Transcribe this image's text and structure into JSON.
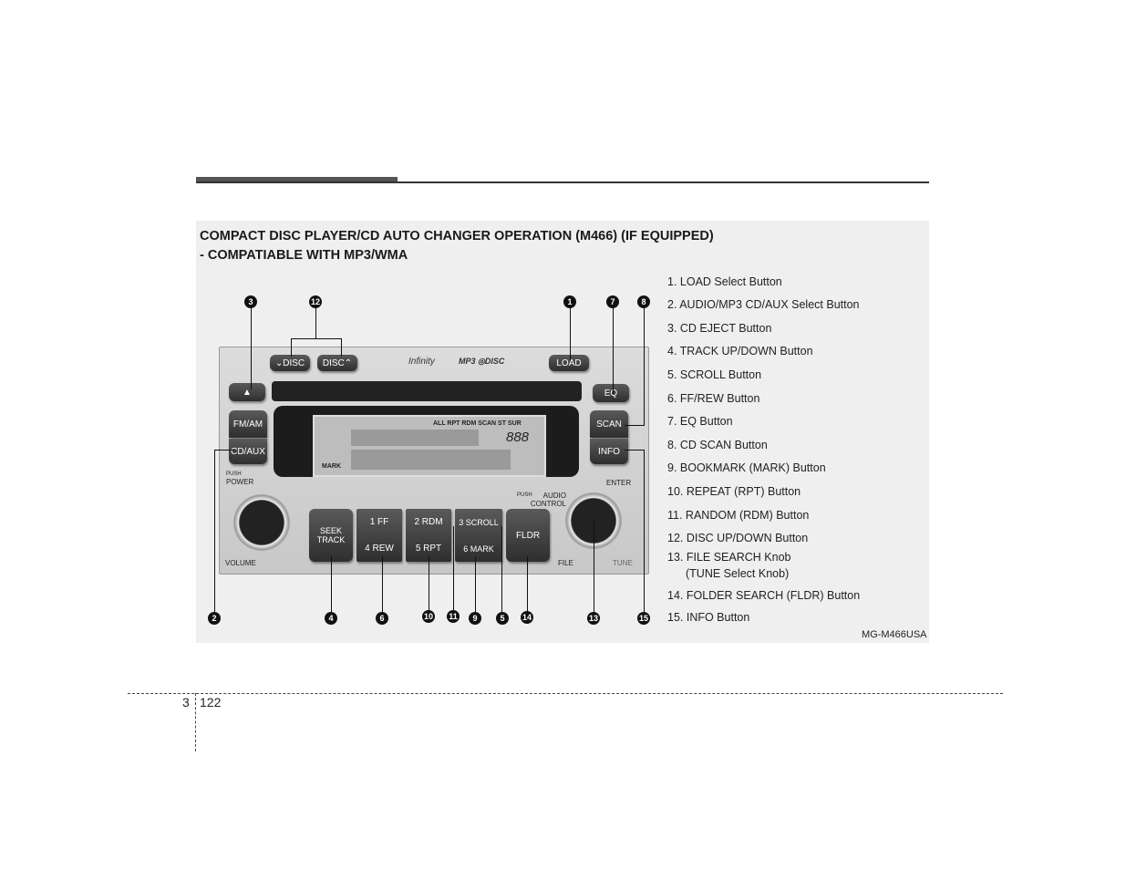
{
  "header": {
    "bar_color": "#555555"
  },
  "section": {
    "title_line1": "COMPACT DISC PLAYER/CD AUTO CHANGER OPERATION (M466) (IF EQUIPPED)",
    "title_line2": "- COMPATIABLE WITH MP3/WMA"
  },
  "legend": [
    "1. LOAD Select Button",
    "2. AUDIO/MP3 CD/AUX Select Button",
    "3. CD EJECT Button",
    "4. TRACK UP/DOWN Button",
    "5. SCROLL Button",
    "6. FF/REW Button",
    "7. EQ Button",
    "8. CD SCAN Button",
    "9. BOOKMARK (MARK) Button",
    "10. REPEAT (RPT) Button",
    "11. RANDOM (RDM) Button",
    "12. DISC UP/DOWN Button",
    "13. FILE SEARCH Knob",
    "(TUNE Select Knob)",
    "14. FOLDER SEARCH (FLDR) Button",
    "15. INFO Button"
  ],
  "figure_code": "MG-M466USA",
  "radio": {
    "disc_down": "⌄DISC",
    "disc_up": "DISC⌃",
    "brand": "Infinity",
    "logos": "MP3 ◎DISC",
    "load": "LOAD",
    "eject": "▲",
    "eq": "EQ",
    "fm_am": "FM/AM",
    "cd_aux": "CD/AUX",
    "scan": "SCAN",
    "info": "INFO",
    "lcd_indicators": "ALL RPT RDM SCAN ST SUR",
    "lcd_digits": "888",
    "lcd_mark": "MARK",
    "push_power_small": "PUSH",
    "push_power": "POWER",
    "volume": "VOLUME",
    "seek_track": "SEEK TRACK",
    "b1": "1 FF",
    "b4": "4 REW",
    "b2": "2 RDM",
    "b5": "5 RPT",
    "b3": "3 SCROLL",
    "b6": "6 MARK",
    "fldr": "FLDR",
    "push_audio_small": "PUSH",
    "push_audio": "AUDIO CONTROL",
    "enter": "ENTER",
    "file": "FILE",
    "tune": "TUNE"
  },
  "callouts": {
    "c1": "1",
    "c2": "2",
    "c3": "3",
    "c4": "4",
    "c5": "5",
    "c6": "6",
    "c7": "7",
    "c8": "8",
    "c9": "9",
    "c10": "10",
    "c11": "11",
    "c12": "12",
    "c13": "13",
    "c14": "14",
    "c15": "15"
  },
  "footer": {
    "section": "3",
    "page": "122"
  }
}
